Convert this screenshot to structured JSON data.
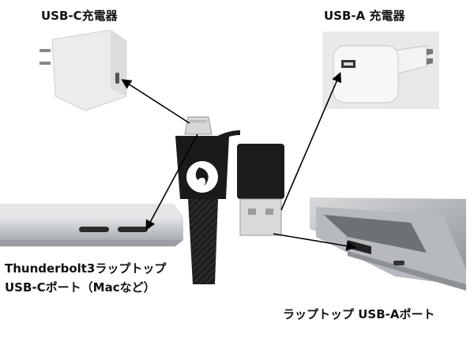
{
  "labels": {
    "usbc_charger": "USB-C充電器",
    "usba_charger": "USB-A 充電器",
    "mac_line1": "Thunderbolt3ラップトップ",
    "mac_line2": "USB-Cポート（Macなど）",
    "laptop_usba": "ラップトップ USB-Aポート"
  },
  "icons": {
    "cable_logo": "flame-logo-icon"
  },
  "colors": {
    "charger_white": "#f2f2f2",
    "cable_black": "#1a1a1a",
    "laptop_silver": "#c9ccd0",
    "arrow": "#000000"
  }
}
